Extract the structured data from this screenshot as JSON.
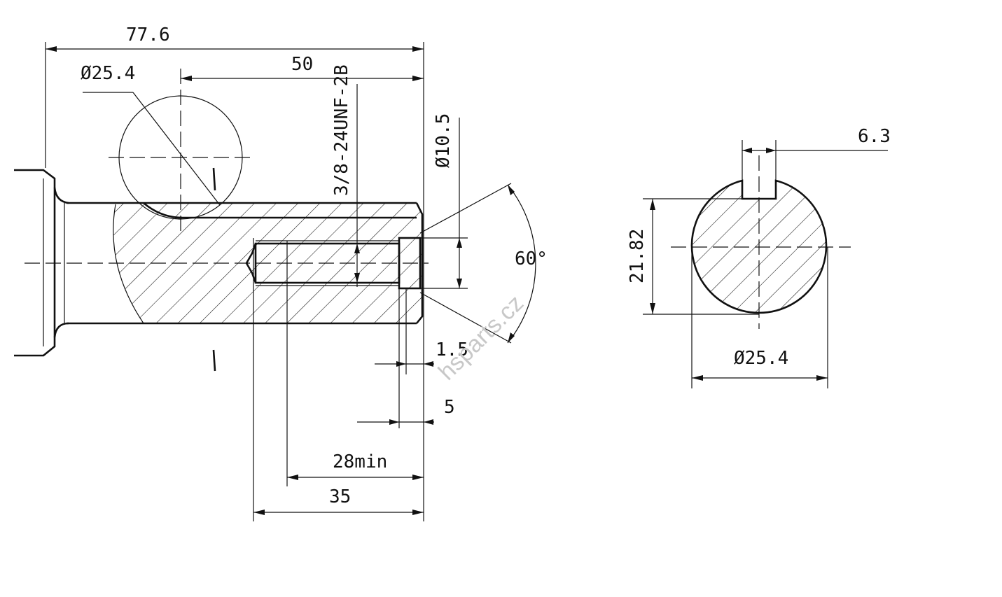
{
  "dimensions": {
    "overall_length": "77.6",
    "key_dia_left": "Ø25.4",
    "length_50": "50",
    "thread": "3/8-24UNF-2B",
    "bore_dia": "Ø10.5",
    "chamfer_angle": "60°",
    "chamfer_1_5": "1.5",
    "depth_5": "5",
    "thread_depth": "28min",
    "length_35": "35",
    "keyway_width": "6.3",
    "flat_height": "21.82",
    "shaft_dia": "Ø25.4"
  },
  "section_mark": "I",
  "watermark": "hsparts.cz"
}
